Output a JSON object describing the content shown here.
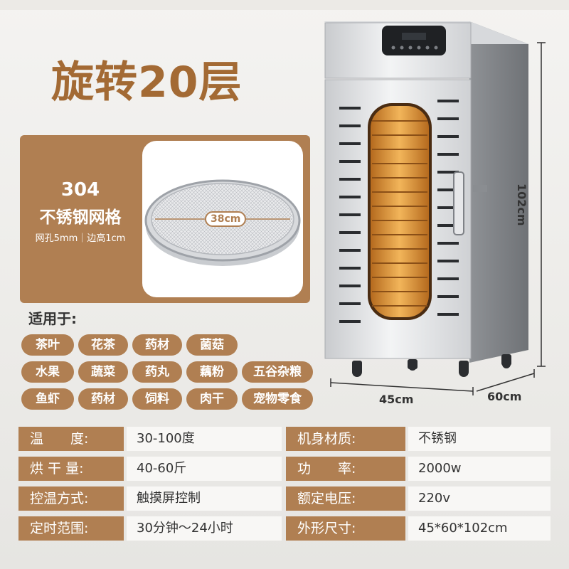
{
  "headline": "旋转20层",
  "mesh": {
    "material_num": "304",
    "material_name": "不锈钢网格",
    "spec": "网孔5mm｜边高1cm",
    "diameter": "38cm"
  },
  "suitable_label": "适用于:",
  "tags": [
    [
      "茶叶",
      "花茶",
      "药材",
      "菌菇"
    ],
    [
      "水果",
      "蔬菜",
      "药丸",
      "藕粉",
      "五谷杂粮"
    ],
    [
      "鱼虾",
      "药材",
      "饲料",
      "肉干",
      "宠物零食"
    ]
  ],
  "dimensions": {
    "height": "102cm",
    "width": "45cm",
    "depth": "60cm"
  },
  "specs": [
    {
      "l1": "温　　度:",
      "v1": "30-100度",
      "l2": "机身材质:",
      "v2": "不锈钢"
    },
    {
      "l1": "烘 干 量:",
      "v1": "40-60斤",
      "l2": "功　　率:",
      "v2": "2000w"
    },
    {
      "l1": "控温方式:",
      "v1": "触摸屏控制",
      "l2": "额定电压:",
      "v2": "220v"
    },
    {
      "l1": "定时范围:",
      "v1": "30分钟～24小时",
      "l2": "外形尺寸:",
      "v2": "45*60*102cm"
    }
  ],
  "colors": {
    "accent": "#b07f52",
    "headline": "#a36a34",
    "tray_glow": "#e8a44a"
  }
}
